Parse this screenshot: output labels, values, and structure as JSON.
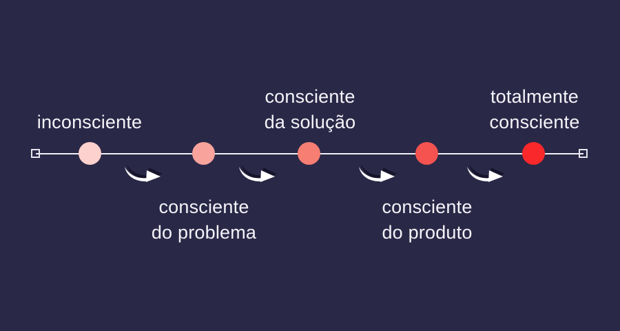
{
  "canvas": {
    "background_color": "#2a2847"
  },
  "timeline": {
    "type": "horizontal-awareness-scale",
    "line_color": "#f1f0f5",
    "endpoint_shape": "hollow-square",
    "endpoint_border_color": "#e7e6ee",
    "text_color": "#f4f3f8",
    "stages": [
      {
        "label": "inconsciente",
        "lines": [
          "inconsciente"
        ],
        "dot_color": "#fcd1ce",
        "label_position": "above"
      },
      {
        "label": "consciente do problema",
        "lines": [
          "consciente",
          "do problema"
        ],
        "dot_color": "#f8a39b",
        "label_position": "below"
      },
      {
        "label": "consciente da solução",
        "lines": [
          "consciente",
          "da solução"
        ],
        "dot_color": "#f77e72",
        "label_position": "above"
      },
      {
        "label": "consciente do produto",
        "lines": [
          "consciente",
          "do produto"
        ],
        "dot_color": "#f4534f",
        "label_position": "below"
      },
      {
        "label": "totalmente consciente",
        "lines": [
          "totalmente",
          "consciente"
        ],
        "dot_color": "#f8282b",
        "label_position": "above"
      }
    ],
    "arrows": {
      "count": 4,
      "direction": "right",
      "fill": "#ffffff",
      "shadow": "#15142a"
    }
  }
}
